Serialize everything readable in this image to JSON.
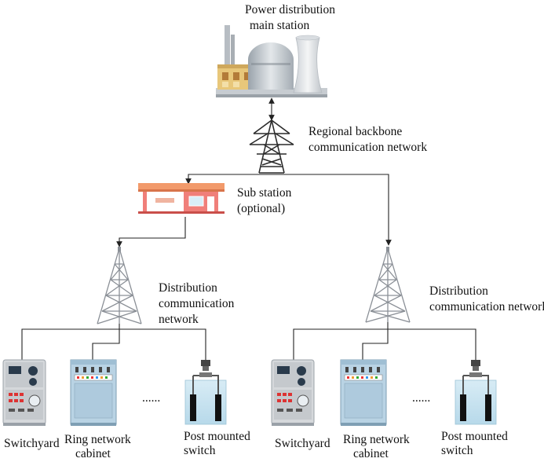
{
  "labels": {
    "main_station": [
      "Power distribution",
      "main station"
    ],
    "backbone": [
      "Regional backbone",
      "communication network"
    ],
    "sub_station": [
      "Sub station",
      "(optional)"
    ],
    "dist_left": [
      "Distribution",
      "communication",
      "network"
    ],
    "dist_right": [
      "Distribution",
      "communication network"
    ],
    "left_devices": {
      "switchyard": [
        "Switchyard"
      ],
      "ring_cabinet": [
        "Ring network",
        "cabinet"
      ],
      "ellipsis": "......",
      "post_switch": [
        "Post mounted",
        "switch"
      ]
    },
    "right_devices": {
      "switchyard": [
        "Switchyard"
      ],
      "ring_cabinet": [
        "Ring network",
        "cabinet"
      ],
      "ellipsis": "......",
      "post_switch": [
        "Post mounted",
        "switch"
      ]
    }
  },
  "colors": {
    "line": "#222222",
    "device_panel": "#b9d3e4",
    "switchyard_panel": "#d5d8db",
    "building": "#e8c77a",
    "sub_roof": "#f29a6b",
    "sub_wall": "#f07f7a",
    "antenna": "#8a8f96"
  }
}
